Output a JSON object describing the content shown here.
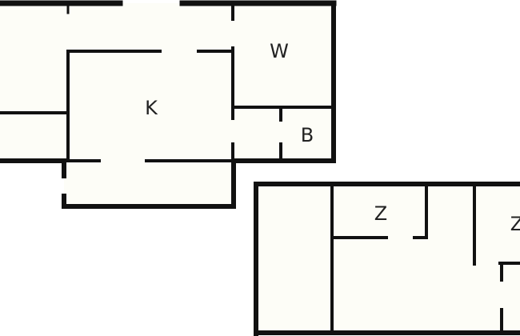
{
  "plan": {
    "rooms": [
      {
        "id": "k",
        "label": "K"
      },
      {
        "id": "w",
        "label": "W"
      },
      {
        "id": "b",
        "label": "B"
      },
      {
        "id": "z1",
        "label": "Z"
      },
      {
        "id": "z2",
        "label": "Z"
      }
    ],
    "colors": {
      "wall": "#111111",
      "floor": "#fdfdf7",
      "background": "#ffffff",
      "label": "#222222"
    }
  }
}
